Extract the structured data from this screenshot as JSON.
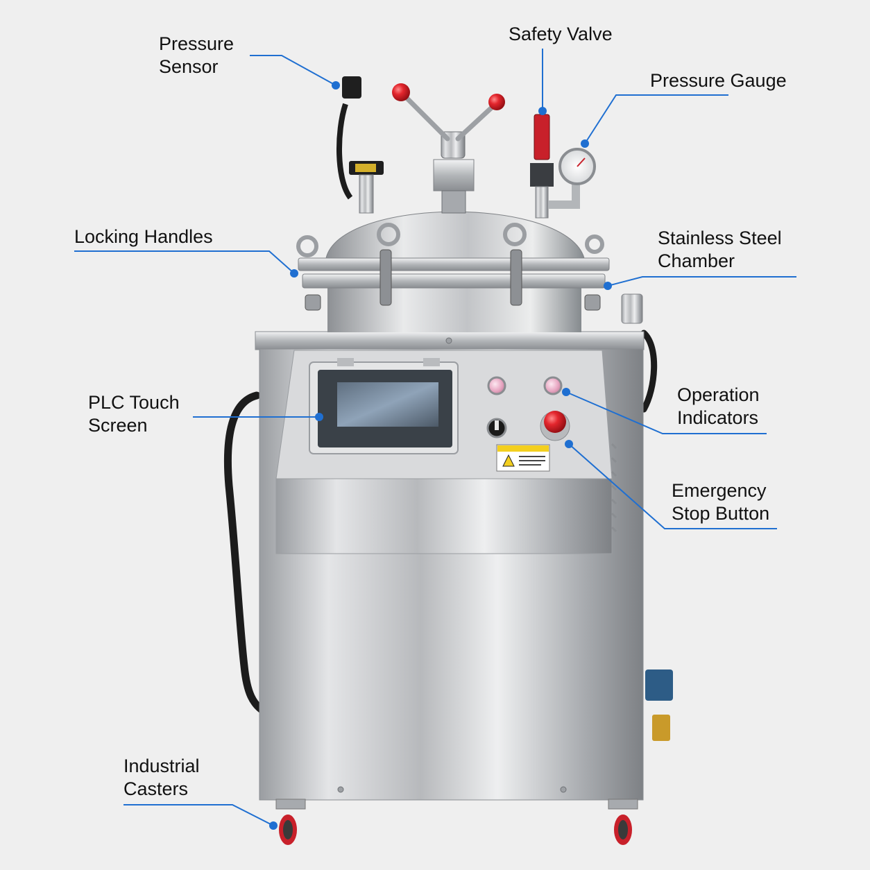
{
  "labels": {
    "pressure_sensor": [
      "Pressure",
      "Sensor"
    ],
    "safety_valve": [
      "Safety Valve"
    ],
    "pressure_gauge": [
      "Pressure Gauge"
    ],
    "locking_handles": [
      "Locking Handles"
    ],
    "stainless_chamber": [
      "Stainless Steel",
      "Chamber"
    ],
    "plc_touch_screen": [
      "PLC Touch",
      "Screen"
    ],
    "operation_indicators": [
      "Operation",
      "Indicators"
    ],
    "emergency_stop": [
      "Emergency",
      "Stop Button"
    ],
    "industrial_casters": [
      "Industrial",
      "Casters"
    ]
  },
  "colors": {
    "leader_line": "#1f6fd1",
    "steel": "#c9cbcd",
    "steel_dark": "#8e9195",
    "button_red": "#d8202a",
    "indicator_pink": "#e9a9c4",
    "warning_yellow": "#f3cf1f"
  }
}
